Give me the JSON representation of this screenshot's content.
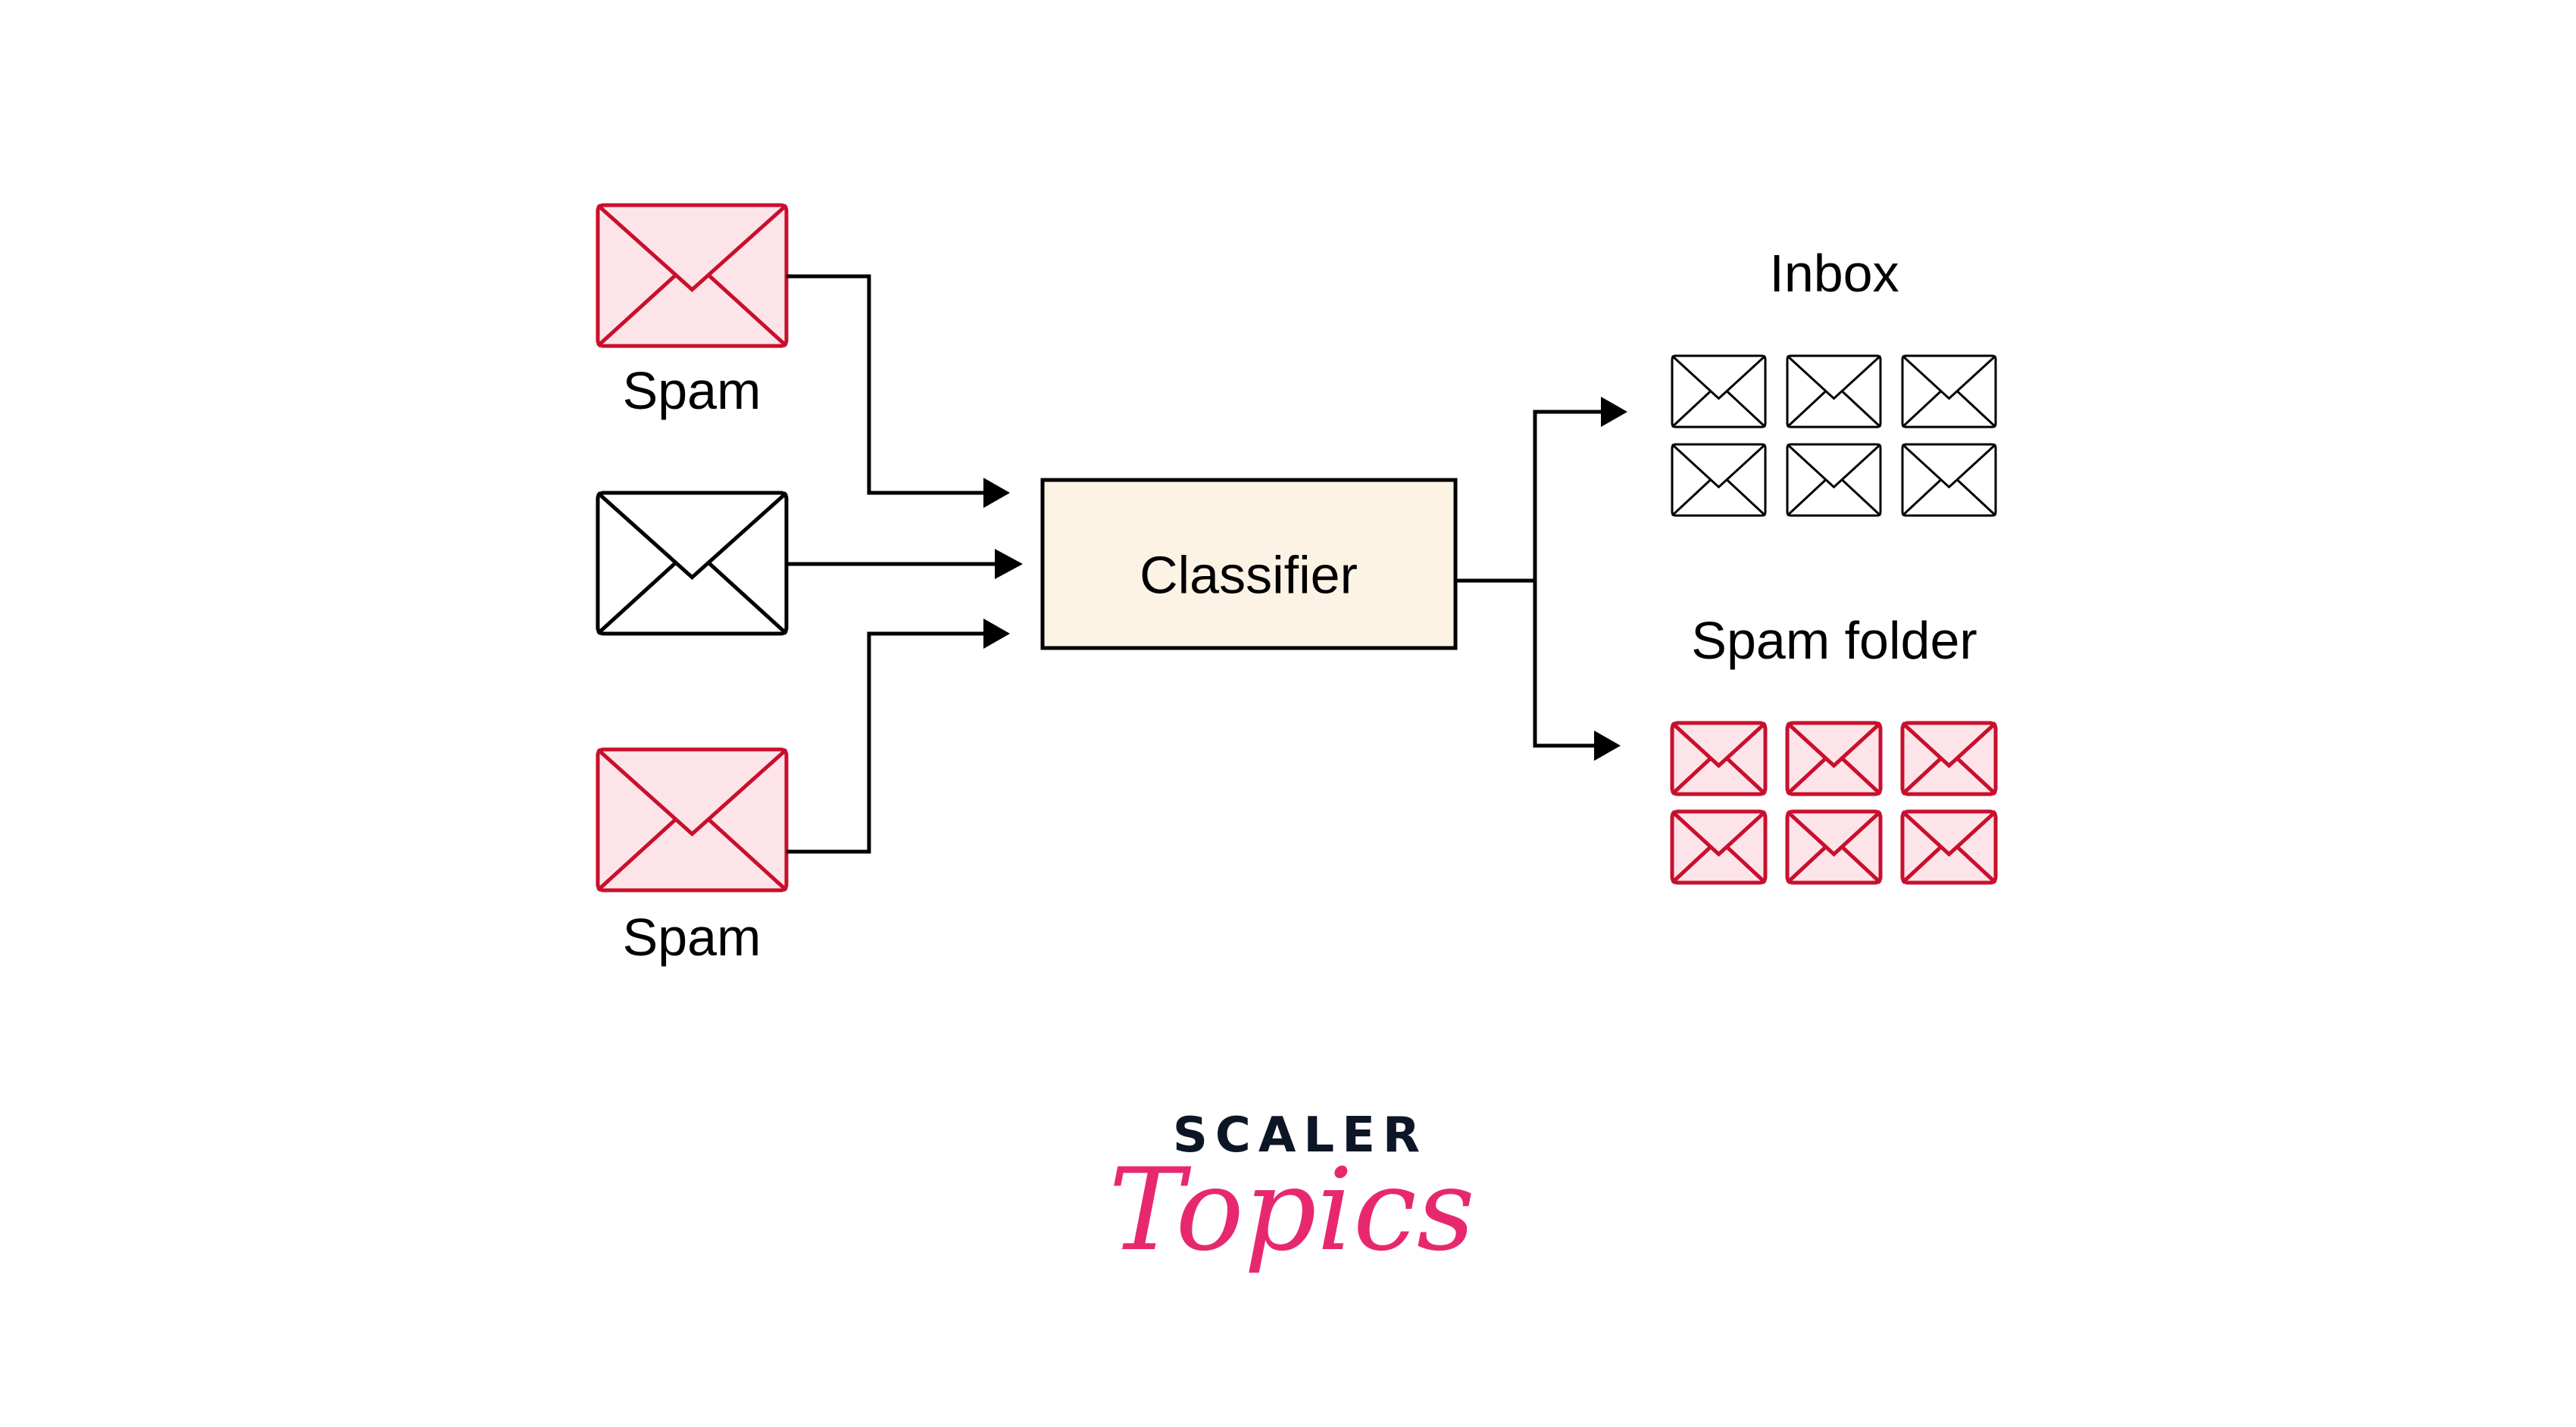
{
  "colors": {
    "spam_stroke": "#c8102e",
    "spam_fill": "#fde4e8",
    "ham_stroke": "#000000",
    "ham_fill": "#ffffff",
    "classifier_fill": "#fdf3e5",
    "line": "#000000",
    "logo_dark": "#0d1626",
    "logo_pink": "#e8286e"
  },
  "inputs": [
    {
      "type": "spam",
      "label": "Spam"
    },
    {
      "type": "ham",
      "label": ""
    },
    {
      "type": "spam",
      "label": "Spam"
    }
  ],
  "classifier": {
    "label": "Classifier"
  },
  "outputs": {
    "inbox": {
      "label": "Inbox",
      "count": 6,
      "type": "ham"
    },
    "spam_folder": {
      "label": "Spam folder",
      "count": 6,
      "type": "spam"
    }
  },
  "logo": {
    "line1": "SCALER",
    "line2": "Topics"
  }
}
